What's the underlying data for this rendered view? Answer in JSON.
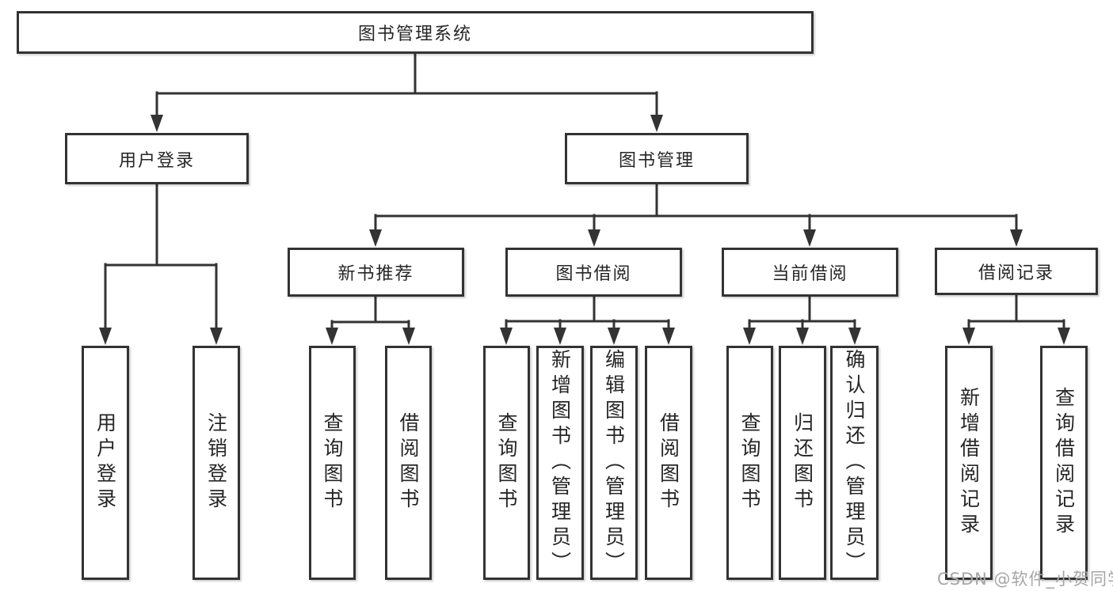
{
  "diagram_title": "图书管理系统",
  "tree": {
    "label": "图书管理系统",
    "children": [
      {
        "label": "用户登录",
        "children": [
          {
            "label": "用户登录"
          },
          {
            "label": "注销登录"
          }
        ]
      },
      {
        "label": "图书管理",
        "children": [
          {
            "label": "新书推荐",
            "children": [
              {
                "label": "查询图书"
              },
              {
                "label": "借阅图书"
              }
            ]
          },
          {
            "label": "图书借阅",
            "children": [
              {
                "label": "查询图书"
              },
              {
                "label": "新增图书（管理员）"
              },
              {
                "label": "编辑图书（管理员）"
              },
              {
                "label": "借阅图书"
              }
            ]
          },
          {
            "label": "当前借阅",
            "children": [
              {
                "label": "查询图书"
              },
              {
                "label": "归还图书"
              },
              {
                "label": "确认归还（管理员）"
              }
            ]
          },
          {
            "label": "借阅记录",
            "children": [
              {
                "label": "新增借阅记录"
              },
              {
                "label": "查询借阅记录"
              }
            ]
          }
        ]
      }
    ]
  },
  "watermark": "CSDN @软件_小贺同学",
  "colors": {
    "line": "#333333",
    "text": "#262626",
    "background": "#ffffff",
    "watermark": "#a6a6a6"
  }
}
